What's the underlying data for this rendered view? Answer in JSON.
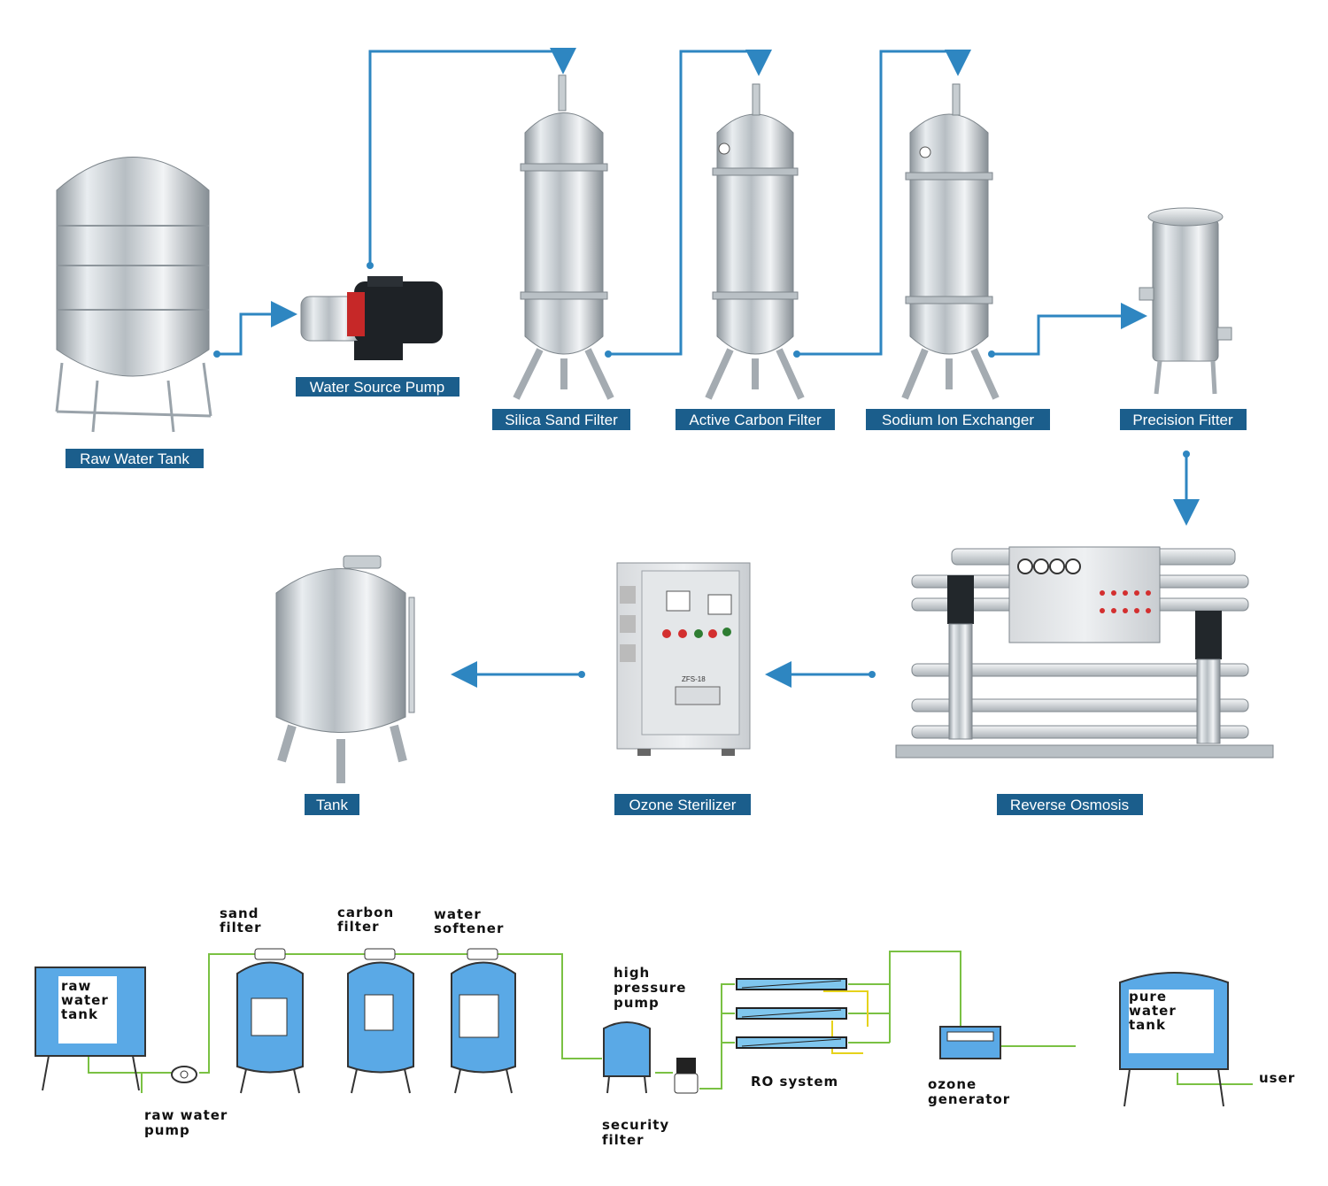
{
  "photo_flow": {
    "labels": {
      "raw_water_tank": "Raw Water Tank",
      "water_source_pump": "Water Source Pump",
      "silica_sand_filter": "Silica Sand Filter",
      "active_carbon_filter": "Active Carbon Filter",
      "sodium_ion_exchanger": "Sodium Ion Exchanger",
      "precision_filter": "Precision Fitter",
      "reverse_osmosis": "Reverse Osmosis",
      "ozone_sterilizer": "Ozone Sterilizer",
      "tank": "Tank"
    },
    "device_text": {
      "ozone_model": "ZFS-18"
    }
  },
  "schematic": {
    "labels": {
      "sand_filter_1": "sand",
      "sand_filter_2": "filter",
      "carbon_filter_1": "carbon",
      "carbon_filter_2": "filter",
      "water_softener_1": "water",
      "water_softener_2": "softener",
      "raw_water_tank_1": "raw",
      "raw_water_tank_2": "water",
      "raw_water_tank_3": "tank",
      "raw_water_pump_1": "raw water",
      "raw_water_pump_2": "pump",
      "high_pressure_pump_1": "high",
      "high_pressure_pump_2": "pressure",
      "high_pressure_pump_3": "pump",
      "security_filter_1": "security",
      "security_filter_2": "filter",
      "ro_system": "RO system",
      "ozone_generator_1": "ozone",
      "ozone_generator_2": "generator",
      "pure_water_tank_1": "pure",
      "pure_water_tank_2": "water",
      "pure_water_tank_3": "tank",
      "user": "user"
    }
  },
  "colors": {
    "label_bg": "#1b5e8c",
    "flow_arrow": "#2e86c1",
    "pipe_green": "#7ac143",
    "tank_blue": "#5aa9e6",
    "steel_light": "#e8ecef",
    "steel_dark": "#9aa3aa"
  }
}
